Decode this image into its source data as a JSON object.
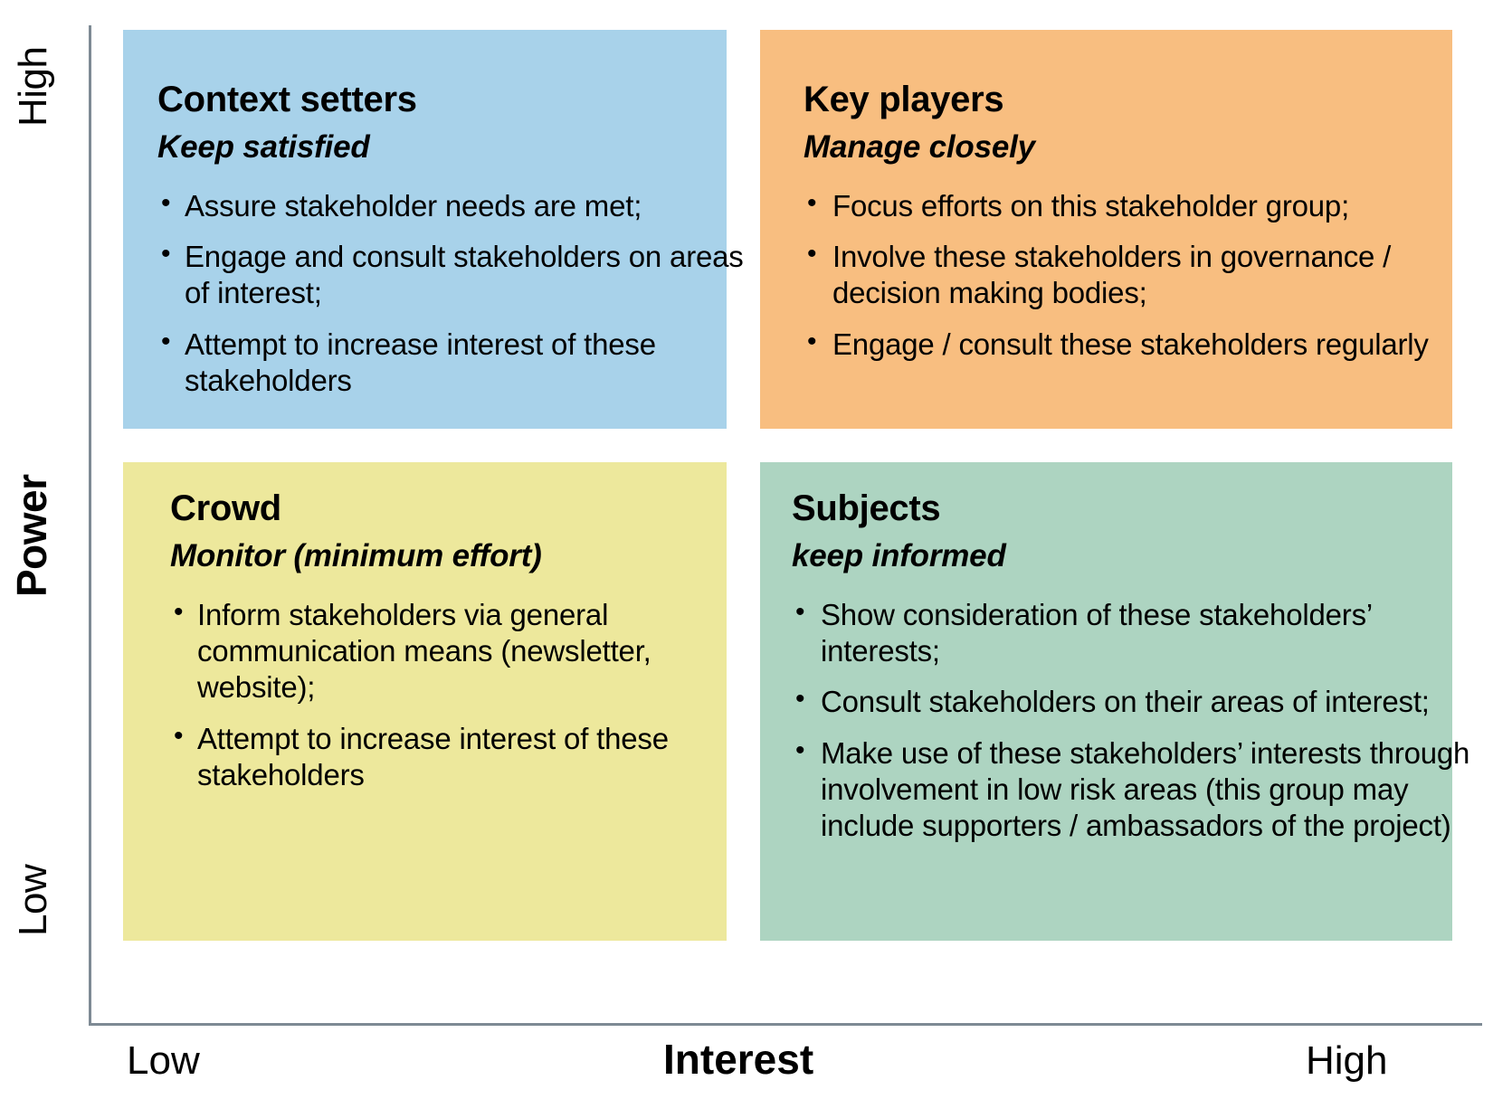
{
  "chart_data": {
    "type": "table",
    "title": "Stakeholder Power / Interest Matrix",
    "xlabel": "Interest",
    "ylabel": "Power",
    "xticks": [
      "Low",
      "High"
    ],
    "yticks": [
      "Low",
      "High"
    ],
    "grid": false,
    "legend": "none",
    "quadrants": [
      {
        "id": "context-setters",
        "position": "top-left",
        "power": "High",
        "interest": "Low",
        "color": "#A8D2EA",
        "title": "Context setters",
        "subtitle": "Keep satisfied",
        "bullets": [
          "Assure stakeholder needs are met;",
          "Engage and consult stakeholders on areas of interest;",
          "Attempt to increase interest of these stakeholders"
        ]
      },
      {
        "id": "key-players",
        "position": "top-right",
        "power": "High",
        "interest": "High",
        "color": "#F8BE80",
        "title": "Key players",
        "subtitle": "Manage closely",
        "bullets": [
          "Focus efforts on this stakeholder group;",
          "Involve these stakeholders in governance / decision making bodies;",
          "Engage / consult these stakeholders regularly"
        ]
      },
      {
        "id": "crowd",
        "position": "bottom-left",
        "power": "Low",
        "interest": "Low",
        "color": "#EDE89C",
        "title": "Crowd",
        "subtitle": "Monitor (minimum effort)",
        "bullets": [
          "Inform stakeholders via general communication means (newsletter, website);",
          "Attempt to increase interest of these stakeholders"
        ]
      },
      {
        "id": "subjects",
        "position": "bottom-right",
        "power": "Low",
        "interest": "High",
        "color": "#ADD4C1",
        "title": "Subjects",
        "subtitle": "keep informed",
        "bullets": [
          "Show consideration of these stakeholders’ interests;",
          "Consult stakeholders on their areas of interest;",
          "Make use of these stakeholders’ interests through involvement in low risk areas (this group may include supporters / ambassadors of the project)"
        ]
      }
    ]
  },
  "axes": {
    "y": {
      "label": "Power",
      "high": "High",
      "low": "Low"
    },
    "x": {
      "label": "Interest",
      "low": "Low",
      "high": "High"
    },
    "line_color": "#7e8a94"
  },
  "quadrants": {
    "context": {
      "title": "Context setters",
      "subtitle": "Keep satisfied",
      "bullet_0": "Assure stakeholder needs are met;",
      "bullet_1": "Engage and consult stakeholders on areas of interest;",
      "bullet_2": "Attempt to increase interest of these stakeholders"
    },
    "key": {
      "title": "Key players",
      "subtitle": "Manage closely",
      "bullet_0": "Focus efforts on this stakeholder group;",
      "bullet_1": "Involve these stakeholders in governance / decision making bodies;",
      "bullet_2": "Engage / consult these stakeholders regularly"
    },
    "crowd": {
      "title": "Crowd",
      "subtitle": "Monitor (minimum effort)",
      "bullet_0": "Inform stakeholders via general communication means (newsletter, website);",
      "bullet_1": "Attempt to increase interest of these stakeholders"
    },
    "subjects": {
      "title": "Subjects",
      "subtitle": "keep informed",
      "bullet_0": "Show consideration of these stakeholders’ interests;",
      "bullet_1": "Consult stakeholders on their areas of interest;",
      "bullet_2": "Make use of these stakeholders’ interests through involvement in low risk areas (this group may include supporters / ambassadors of the project)"
    }
  }
}
